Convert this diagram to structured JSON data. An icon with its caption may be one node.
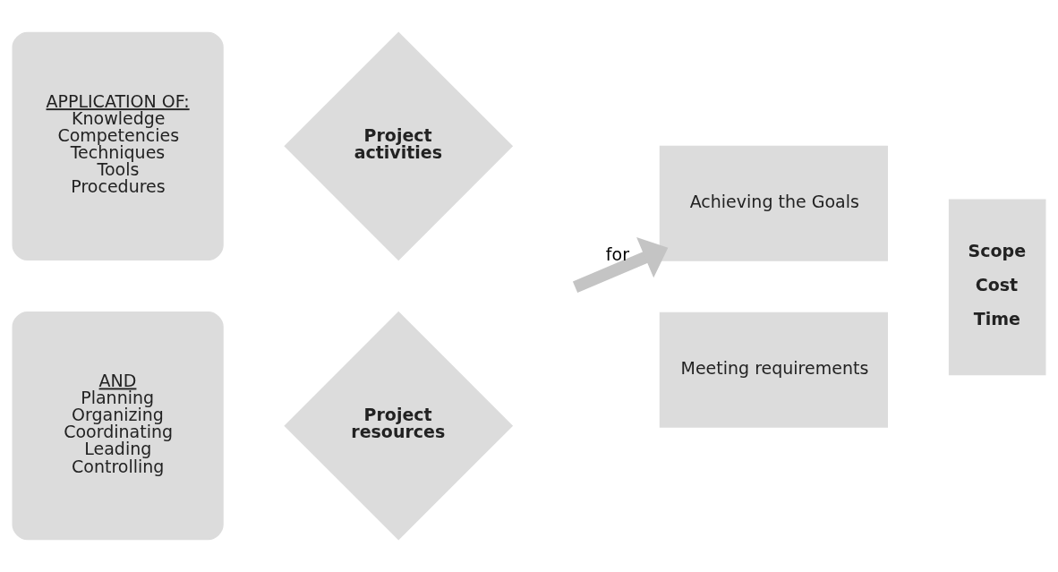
{
  "diagram": {
    "nodes": [
      {
        "text": [
          "APPLICATION OF:",
          "Knowledge Competencies Techniques Tools Procedures"
        ]
      },
      {
        "text": [
          "Project activities"
        ]
      },
      {
        "text": [
          "AND",
          "Planning Organizing Coordinating Leading Controlling"
        ]
      },
      {
        "text": [
          "Project resources"
        ]
      },
      {
        "text": [
          "Achieving the Goals"
        ]
      },
      {
        "text": [
          "Meeting requirements"
        ]
      },
      {
        "text": [
          "Scope",
          "Cost",
          "Time"
        ]
      }
    ],
    "edges": [
      {
        "from": null,
        "to": 4,
        "arrow": "to",
        "label": "for"
      }
    ]
  }
}
